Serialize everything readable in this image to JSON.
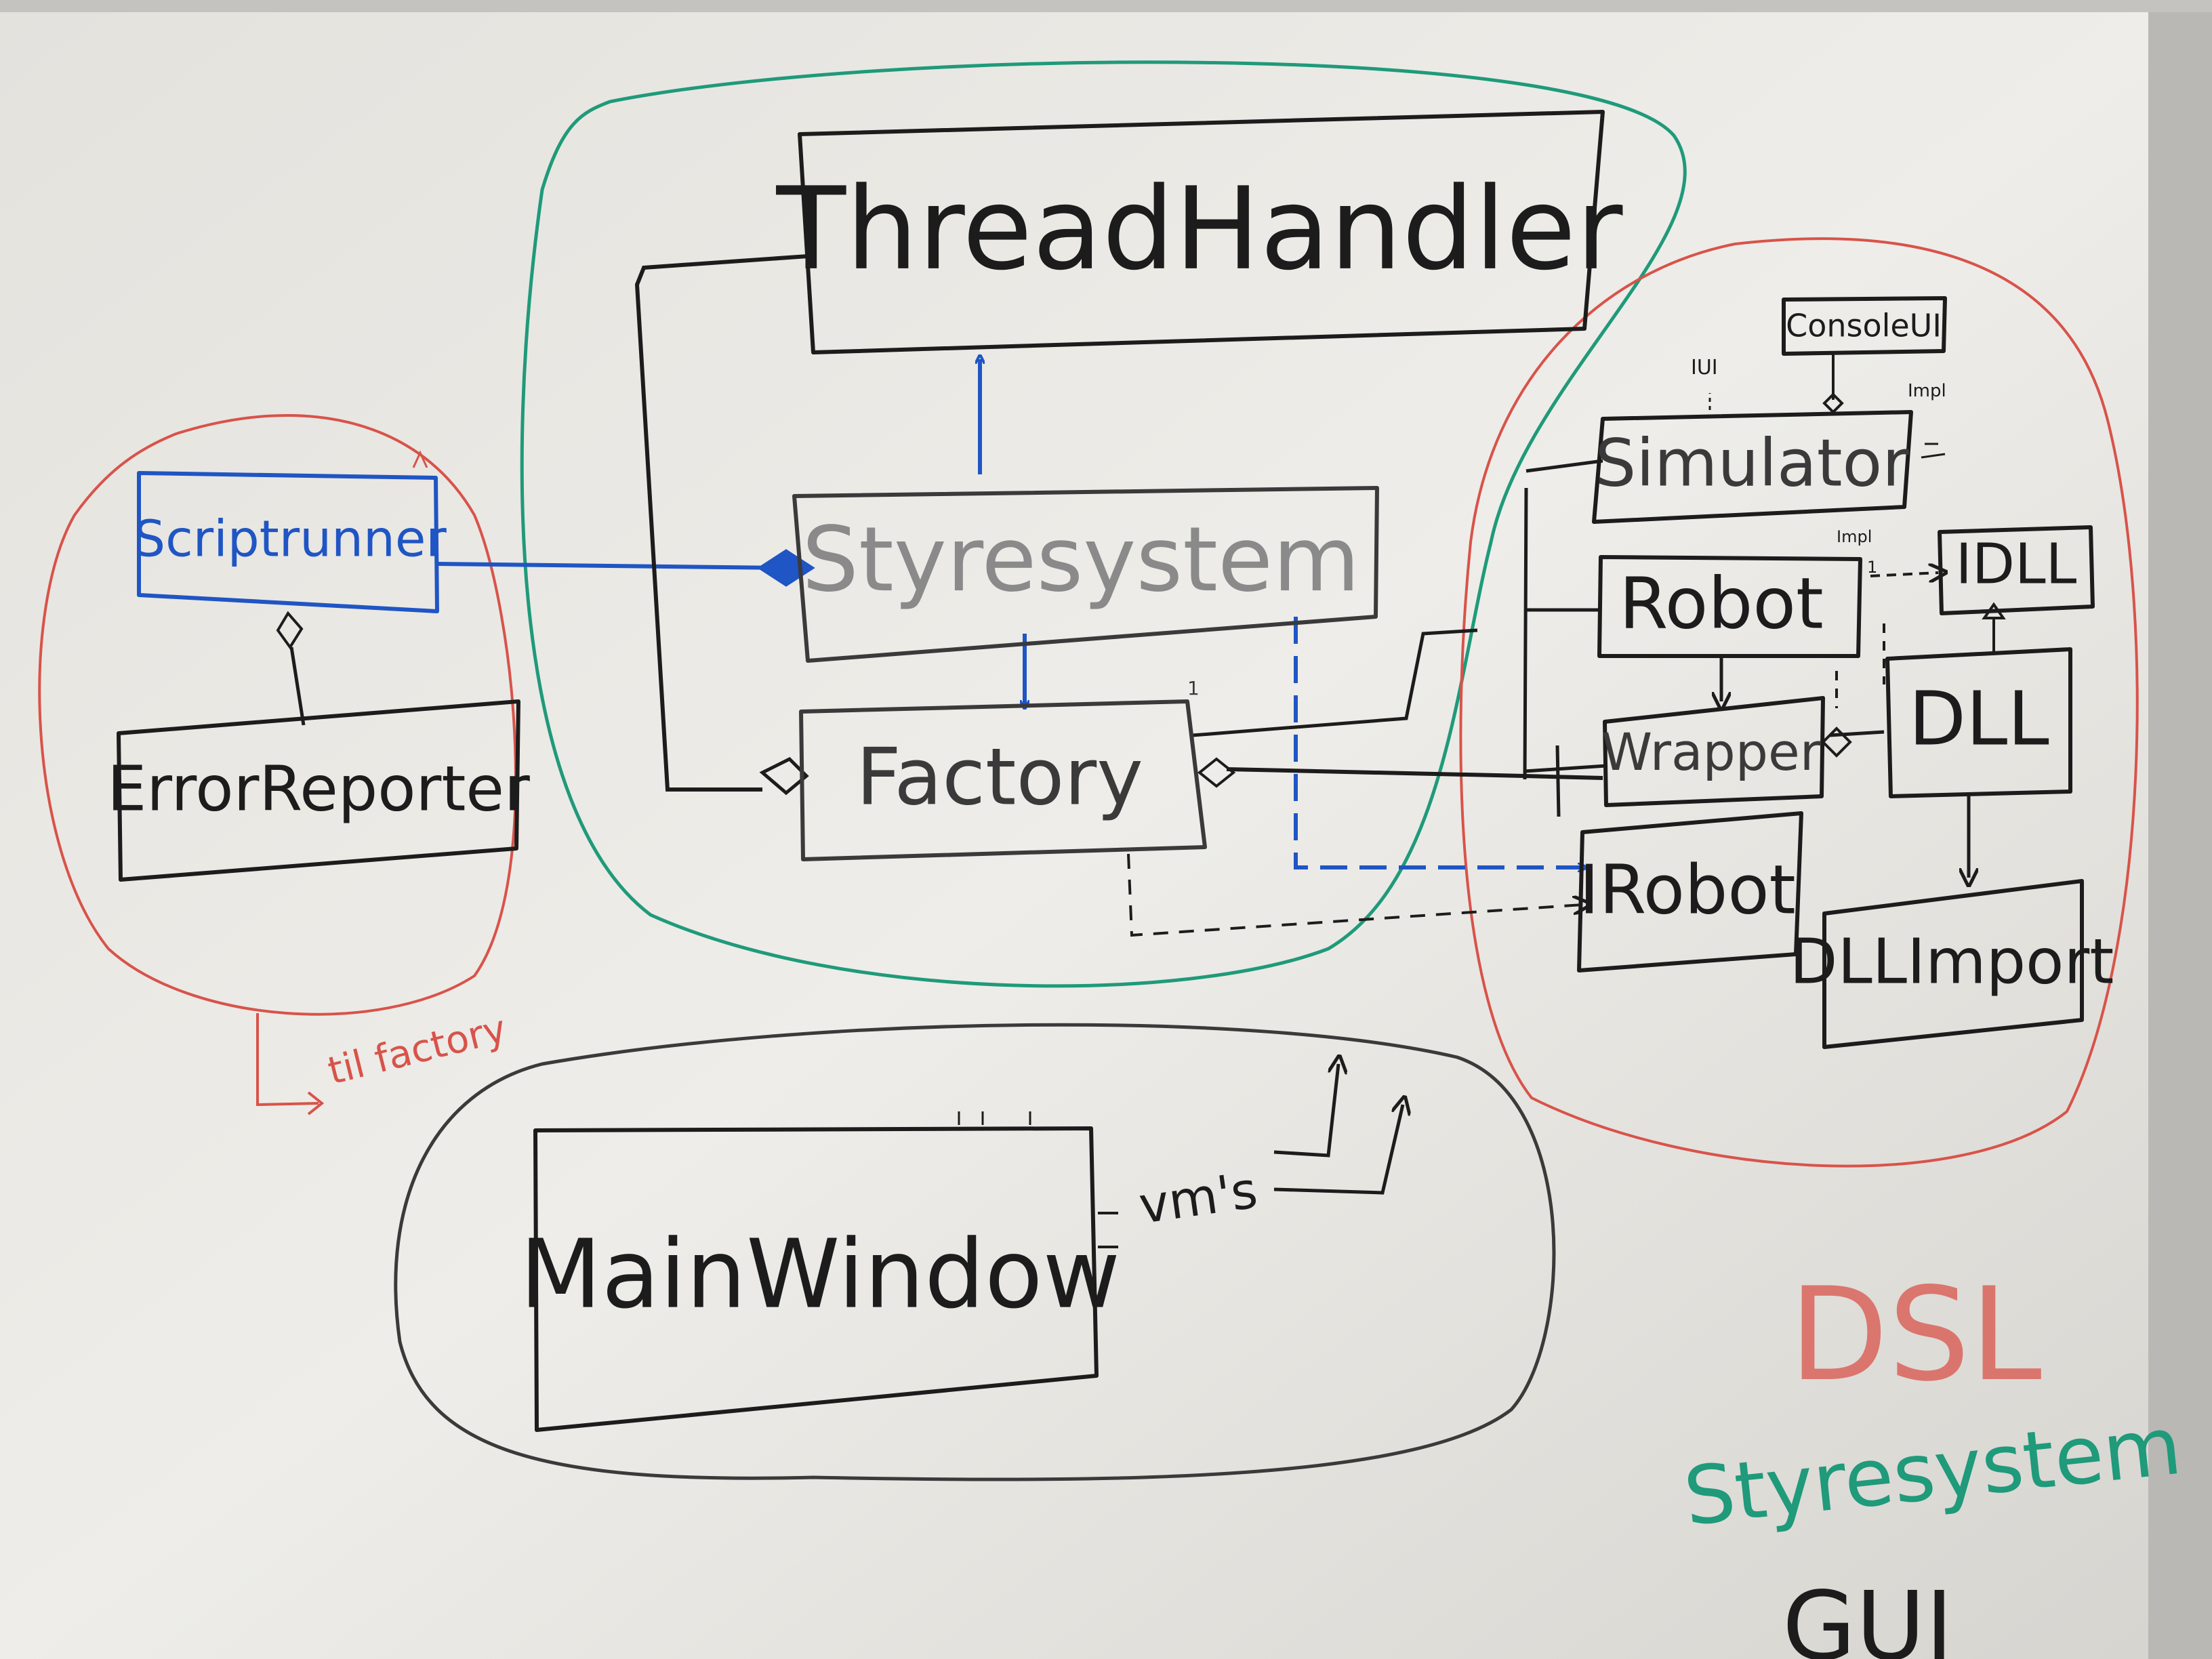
{
  "classes": {
    "threadhandler": "ThreadHandler",
    "styresystem": "Styresystem",
    "factory": "Factory",
    "scriptrunner": "Scriptrunner",
    "errorreporter": "ErrorReporter",
    "consoleui": "ConsoleUI",
    "simulator": "Simulator",
    "robot": "Robot",
    "wrapper": "Wrapper",
    "idll": "IDLL",
    "dll": "DLL",
    "irobot": "IRobot",
    "dllimport": "DLLImport",
    "mainwindow": "MainWindow"
  },
  "annotations": {
    "iui": "IUI",
    "impl_top": "Impl",
    "impl_mid": "Impl",
    "mult_one": "1",
    "mult_one_right": "1",
    "til_factory": "til factory",
    "vms": "vm's"
  },
  "legend": {
    "dsl": "DSL",
    "styresystem": "Styresystem",
    "gui": "GUI"
  },
  "colors": {
    "board": "#e6e4df",
    "ink_black": "#1c1c1c",
    "ink_blue": "#1f55c4",
    "ink_red": "#d8534a",
    "ink_green": "#1f9a7a",
    "ink_gray": "#3a3a3a"
  }
}
